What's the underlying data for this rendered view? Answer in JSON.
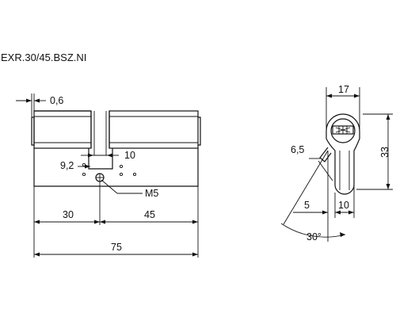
{
  "title": "EXR.30/45.BSZ.NI",
  "side_view": {
    "dim_cam_offset": "0,6",
    "dim_left_cam": "9,2",
    "dim_right_cam": "10",
    "screw_label": "M5",
    "dim_left_length": "30",
    "dim_right_length": "45",
    "dim_total_length": "75"
  },
  "end_view": {
    "dim_width": "17",
    "dim_height": "33",
    "dim_cam_diameter": "6,5",
    "dim_offset": "5",
    "dim_lower_width": "10",
    "dim_angle": "30°"
  }
}
